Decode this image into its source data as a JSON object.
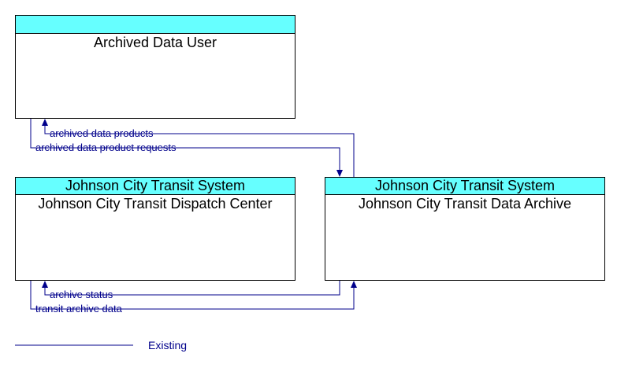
{
  "boxes": {
    "archived_data_user": {
      "header": "",
      "title": "Archived Data User"
    },
    "dispatch_center": {
      "header": "Johnson City Transit System",
      "title": "Johnson City Transit Dispatch Center"
    },
    "data_archive": {
      "header": "Johnson City Transit System",
      "title": "Johnson City Transit Data Archive"
    }
  },
  "flows": {
    "archived_data_products": "archived data products",
    "archived_data_product_requests": "archived data product requests",
    "archive_status": "archive status",
    "transit_archive_data": "transit archive data"
  },
  "legend": {
    "existing": "Existing"
  },
  "colors": {
    "header": "#66ffff",
    "flow": "#00008b"
  }
}
